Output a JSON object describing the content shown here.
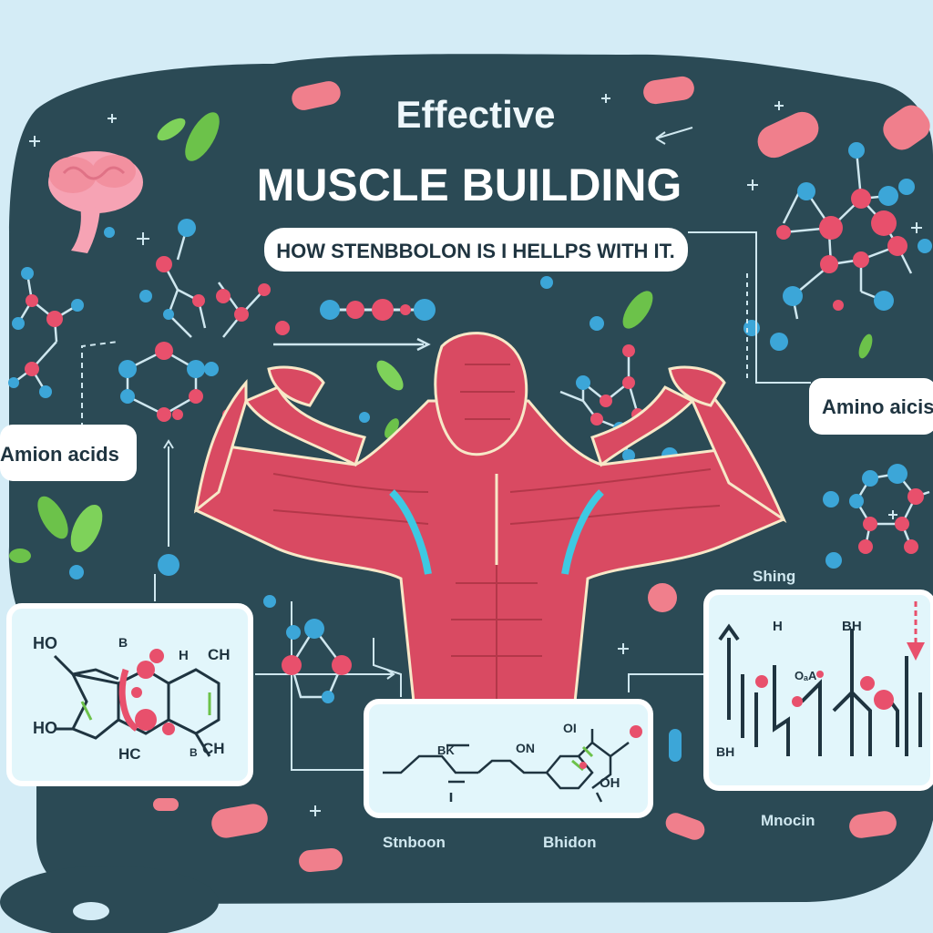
{
  "colors": {
    "background": "#d4ecf6",
    "blob": "#2b4a55",
    "muscle": "#d94a62",
    "molecule_pink": "#e8506c",
    "molecule_blue": "#3ca6d8",
    "leaf": "#6cc24a",
    "pill": "#f07f8c"
  },
  "title": {
    "line1": "Effective",
    "line2": "MUSCLE BUILDING"
  },
  "subtitle": "HOW STENBBOLON IS I HELLPS WITH IT.",
  "callouts": {
    "left": "Amion acids",
    "right": "Amino aicis"
  },
  "floating_labels": {
    "shing": "Shing",
    "mnocin": "Mnocin",
    "stnboon": "Stnboon",
    "bhidon": "Bhidon"
  },
  "panel_left": {
    "ho_top": "HO",
    "ho_bottom": "HO",
    "b": "B",
    "h": "H",
    "ch_top": "CH",
    "hc": "HC",
    "b_small": "B",
    "ch_bottom": "CH"
  },
  "panel_center": {
    "bk": "BK",
    "on": "ON",
    "oi": "OI",
    "oh": "OH"
  },
  "panel_right": {
    "h": "H",
    "bh_top": "BH",
    "oa": "OₐA",
    "bh_bottom": "BH"
  },
  "icons": [
    "brain-icon",
    "muscle-figure-icon",
    "leaf-icon",
    "pill-icon",
    "molecule-icon",
    "arrow-icon"
  ]
}
